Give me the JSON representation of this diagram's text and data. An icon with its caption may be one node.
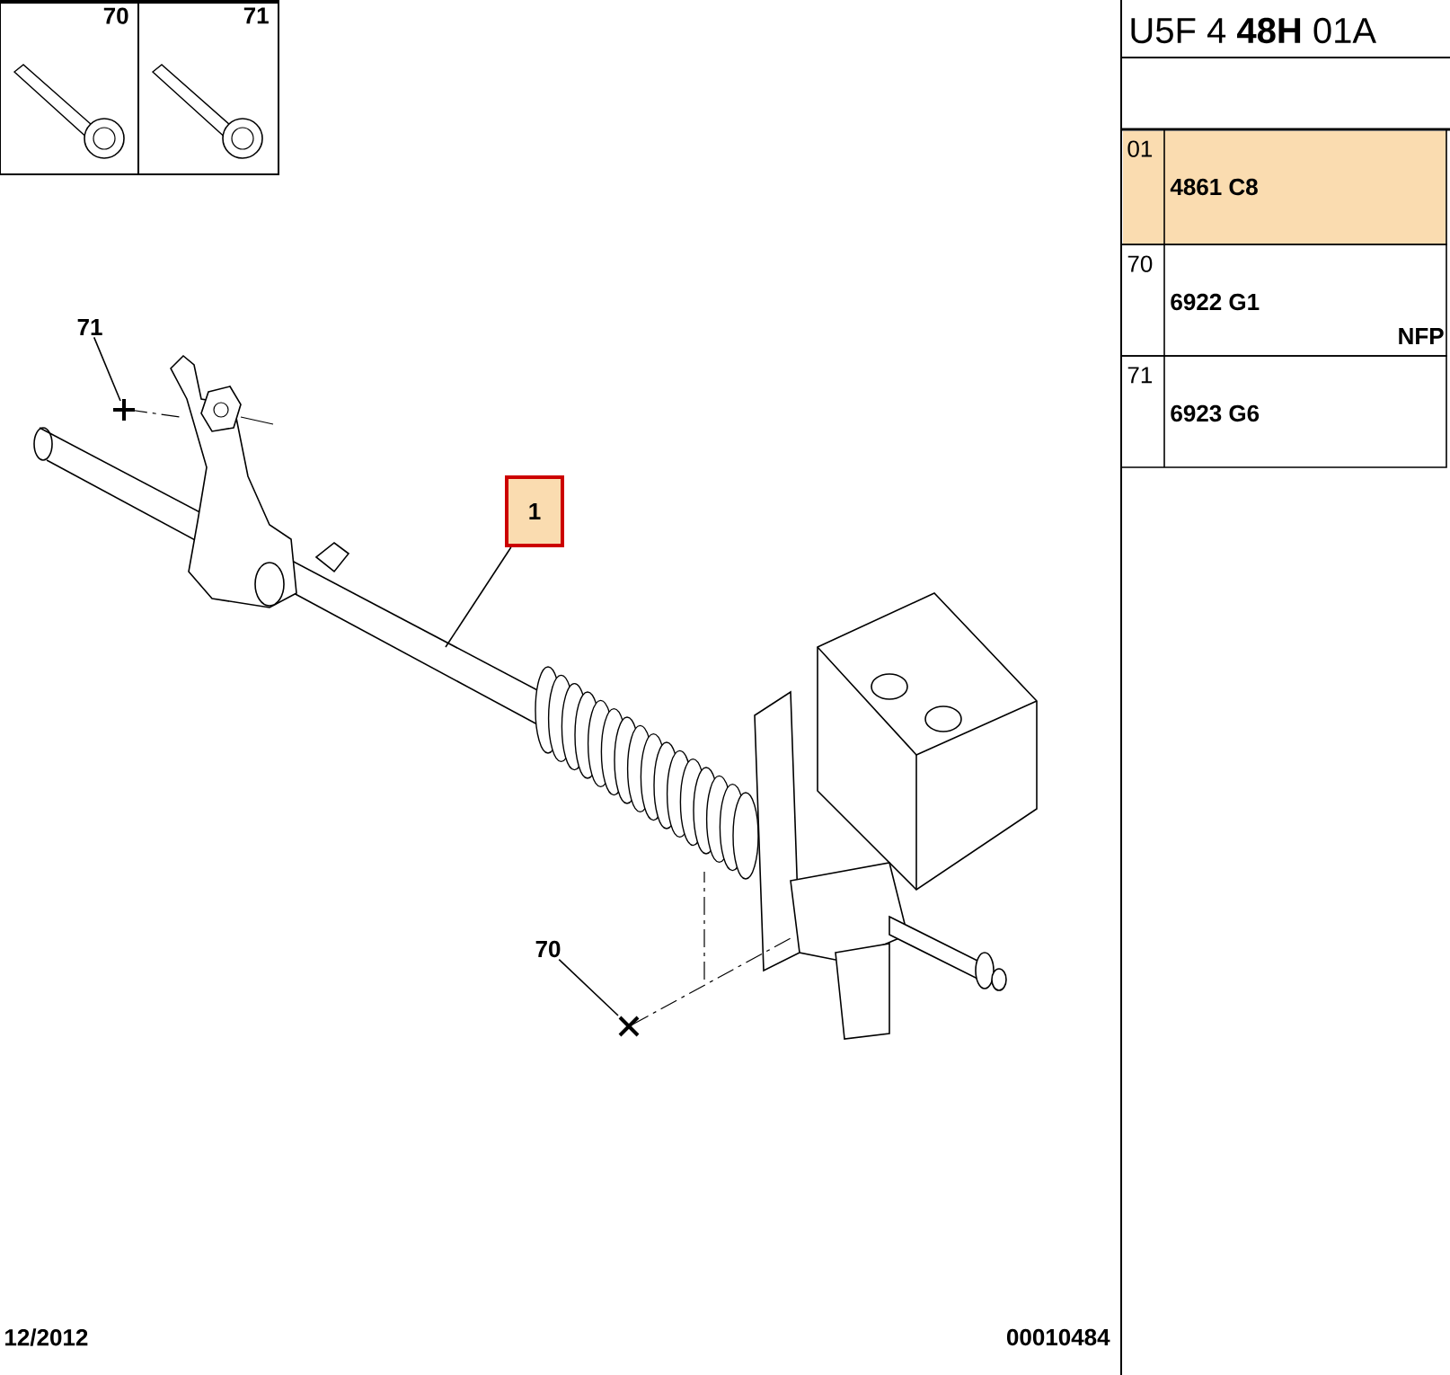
{
  "diagram": {
    "title": "U5F 4 **48H** 01A",
    "nodes": [
      {
        "text": [
          "70"
        ]
      },
      {
        "text": [
          "71"
        ]
      },
      {
        "text": [
          "71"
        ]
      },
      {
        "text": [
          "70"
        ]
      },
      {
        "text": [
          "1"
        ]
      }
    ],
    "edges": [
      {
        "from": 2,
        "to": null,
        "arrow": "none"
      },
      {
        "from": 3,
        "to": null,
        "arrow": "none"
      },
      {
        "from": 4,
        "to": null,
        "arrow": "none"
      }
    ],
    "labels": [
      "01",
      "4861 C8",
      "70",
      "6922 G1",
      "NFP",
      "71",
      "6923 G6",
      "12/2012",
      "00010484"
    ]
  }
}
